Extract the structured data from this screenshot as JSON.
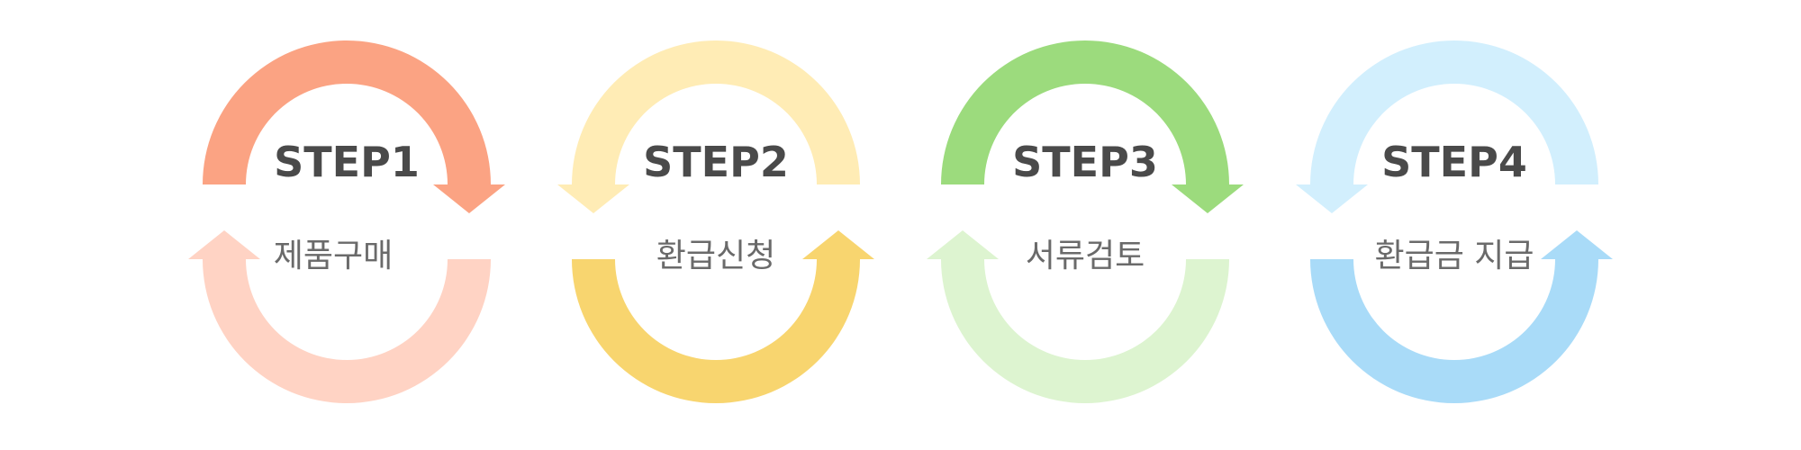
{
  "steps": [
    {
      "title": "STEP1",
      "label": "제품구매",
      "top_color": "#FBA383",
      "bottom_color": "#FFD3C4"
    },
    {
      "title": "STEP2",
      "label": "환급신청",
      "top_color": "#FFECB5",
      "bottom_color": "#F8D56F"
    },
    {
      "title": "STEP3",
      "label": "서류검토",
      "top_color": "#9CDB7D",
      "bottom_color": "#DDF4D0"
    },
    {
      "title": "STEP4",
      "label": "환급금 지급",
      "top_color": "#D2EFFD",
      "bottom_color": "#A9DBF8"
    }
  ]
}
